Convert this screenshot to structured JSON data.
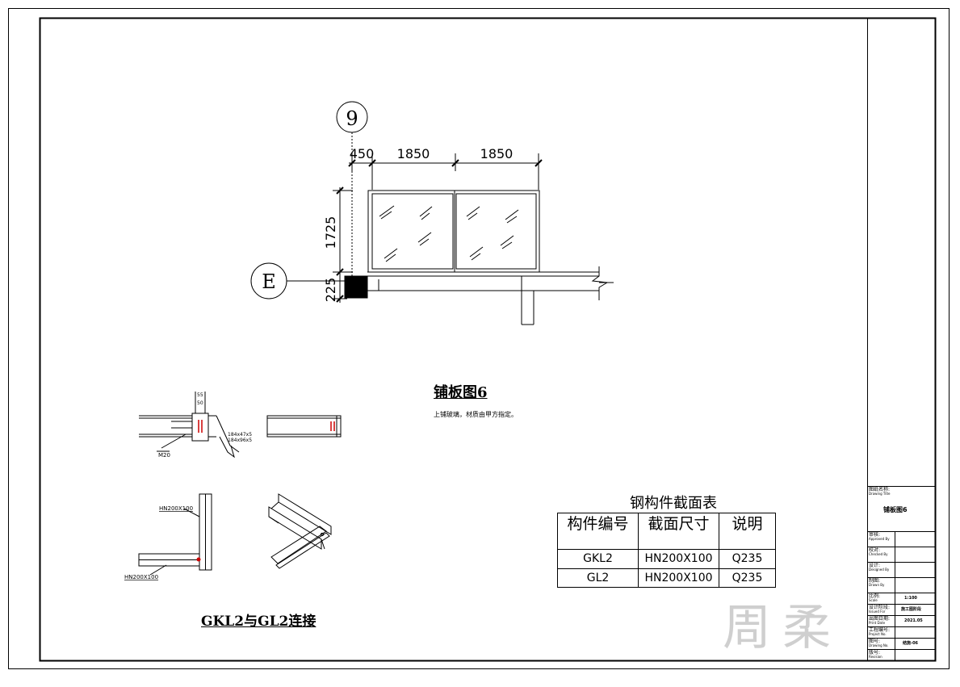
{
  "elevation": {
    "axis_9": "9",
    "axis_E": "E",
    "dims": {
      "d450": "450",
      "d1850a": "1850",
      "d1850b": "1850",
      "d1725": "1725",
      "d225": "225"
    }
  },
  "plate_drawing": {
    "title": "铺板图6",
    "note": "上铺玻璃，材质由甲方指定。"
  },
  "connection_detail": {
    "labels": [
      "M20",
      "184x47x5",
      "184x96x5"
    ],
    "dims": [
      "55",
      "50"
    ]
  },
  "beam_joint": {
    "title": "GKL2与GL2连接",
    "label_top": "HN200X100",
    "label_bottom": "HN200X100"
  },
  "steel_table": {
    "title": "钢构件截面表",
    "headers": [
      "构件编号",
      "截面尺寸",
      "说明"
    ],
    "rows": [
      [
        "GKL2",
        "HN200X100",
        "Q235"
      ],
      [
        "GL2",
        "HN200X100",
        "Q235"
      ]
    ]
  },
  "title_block": {
    "drawing_title_label": "图纸名称:",
    "drawing_title_en": "Drawing Title",
    "drawing_title": "铺板图6",
    "rows": [
      {
        "cn": "审核:",
        "en": "Approved By",
        "value": ""
      },
      {
        "cn": "校对:",
        "en": "Checked By",
        "value": ""
      },
      {
        "cn": "设计:",
        "en": "Designed By",
        "value": ""
      },
      {
        "cn": "制图:",
        "en": "Drawn By",
        "value": ""
      },
      {
        "cn": "比例:",
        "en": "Scale",
        "value": "1:100"
      },
      {
        "cn": "设计阶段:",
        "en": "Issued For",
        "value": "施工图阶段"
      },
      {
        "cn": "出图日期:",
        "en": "Print Date",
        "value": "2021.05"
      },
      {
        "cn": "工程编号:",
        "en": "Project No.",
        "value": ""
      },
      {
        "cn": "图号:",
        "en": "Drawing No.",
        "value": "结施-06"
      },
      {
        "cn": "版号:",
        "en": "Revision",
        "value": ""
      }
    ]
  },
  "watermark": "周柔",
  "colors": {
    "line": "#000000",
    "connection_red": "#cc0000",
    "watermark": "#cfcfcf"
  }
}
